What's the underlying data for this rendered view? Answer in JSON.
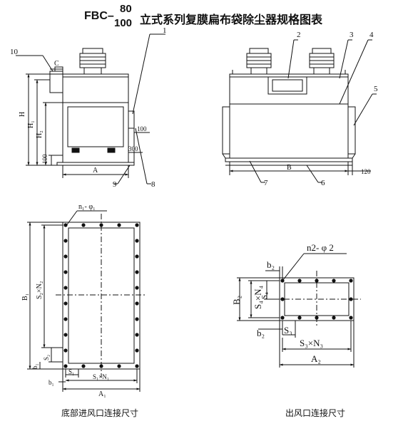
{
  "title": {
    "prefix": "FBC–",
    "fraction_top": "80",
    "fraction_bottom": "100",
    "rest": "立式系列复膜扁布袋除尘器规格图表"
  },
  "front_view": {
    "callouts": {
      "c1": "1",
      "c8": "8",
      "c9": "9",
      "c10": "10"
    },
    "dims": {
      "H": "H",
      "H1": "H₁",
      "H2": "H₂",
      "A": "A",
      "C": "C",
      "d100_side": "100",
      "d100_bottom": "100",
      "d300": "300"
    }
  },
  "side_view": {
    "callouts": {
      "c2": "2",
      "c3": "3",
      "c4": "4",
      "c5": "5",
      "c6": "6",
      "c7": "7"
    },
    "dims": {
      "B": "B",
      "d120": "120"
    }
  },
  "bottom_inlet": {
    "caption": "底部进风口连接尺寸",
    "labels": {
      "n1": "n₁- φ₁",
      "B1": "B₁",
      "S2N2": "S₂×N₂",
      "b1_side": "b₁",
      "S2": "S₂",
      "S1": "S₁",
      "S1N1": "S₁×N₁",
      "b1_bottom": "b₁",
      "A1": "A₁"
    }
  },
  "outlet": {
    "caption": "出风口连接尺寸",
    "labels": {
      "n2": "n2- φ 2",
      "b2_top": "b₂",
      "B2": "B₂",
      "S4N4": "S₄×N₄",
      "S4": "S₄",
      "b2_bottom": "b₂",
      "S3": "S₃",
      "S3N3": "S₃×N₃",
      "A2": "A₂"
    }
  }
}
